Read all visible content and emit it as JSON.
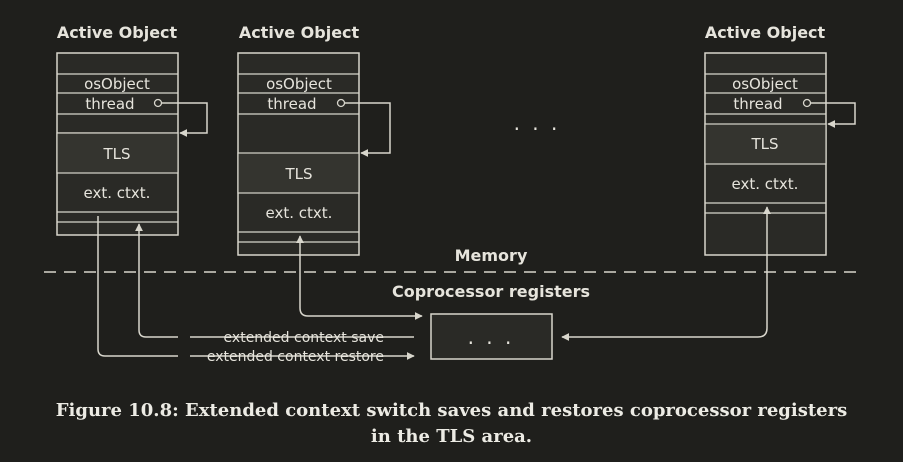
{
  "objects": [
    {
      "title": "Active Object",
      "os_object": "osObject",
      "thread": "thread",
      "tls": "TLS",
      "ext_ctxt": "ext. ctxt."
    },
    {
      "title": "Active Object",
      "os_object": "osObject",
      "thread": "thread",
      "tls": "TLS",
      "ext_ctxt": "ext. ctxt."
    },
    {
      "title": "Active Object",
      "os_object": "osObject",
      "thread": "thread",
      "tls": "TLS",
      "ext_ctxt": "ext. ctxt."
    }
  ],
  "ellipsis_between": ". . .",
  "memory_label": "Memory",
  "coprocessor_label": "Coprocessor registers",
  "coprocessor_box_text": ". . .",
  "save_label": "extended context save",
  "restore_label": "extended context restore",
  "caption": {
    "line1": "Figure 10.8:  Extended context switch saves and restores coprocessor registers",
    "line2": "in the TLS area."
  },
  "colors": {
    "background": "#1f1f1c",
    "stroke": "#d8d6cc",
    "box_fill": "#2a2a26",
    "band_fill": "#34342f",
    "text": "#e6e4dc"
  }
}
